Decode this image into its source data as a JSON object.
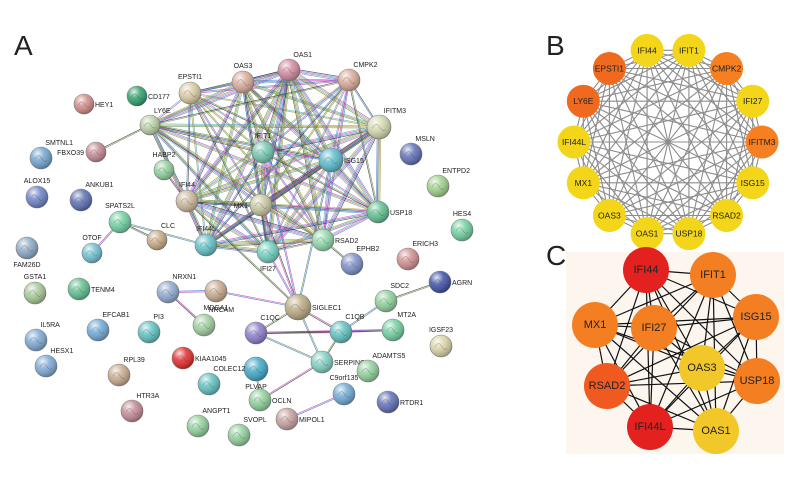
{
  "panels": {
    "a": "A",
    "b": "B",
    "c": "C"
  },
  "colors": {
    "b_yellow": "#f3d619",
    "b_orange": "#f57f21",
    "b_dark_orange": "#ef6a1f",
    "b_edge": "#8c8c8c",
    "c_red": "#e3221f",
    "c_orange_red": "#f05a20",
    "c_orange": "#f47f22",
    "c_gold": "#f8a625",
    "c_yellow": "#f2c72a",
    "c_edge": "#111111",
    "c_background": "#fdf6ee"
  },
  "network_a": {
    "nodes": [
      {
        "id": "CD177",
        "color": "#2e9f6b"
      },
      {
        "id": "EPSTI1",
        "color": "#d8c9a1"
      },
      {
        "id": "OAS3",
        "color": "#d8a897"
      },
      {
        "id": "OAS1",
        "color": "#d08aa0"
      },
      {
        "id": "CMPK2",
        "color": "#d8a897"
      },
      {
        "id": "HEY1",
        "color": "#d08a85"
      },
      {
        "id": "LY6E",
        "color": "#b9cfa5"
      },
      {
        "id": "IFITM3",
        "color": "#d2d7ad"
      },
      {
        "id": "SMTNL1",
        "color": "#6fa3cf"
      },
      {
        "id": "FBXO39",
        "color": "#c38894"
      },
      {
        "id": "IFIT1",
        "color": "#74c7b2"
      },
      {
        "id": "MSLN",
        "color": "#5e6eb5"
      },
      {
        "id": "ISG15",
        "color": "#5cb9cc"
      },
      {
        "id": "ALOX15",
        "color": "#6c82c4"
      },
      {
        "id": "ANKUB1",
        "color": "#5b6fb2"
      },
      {
        "id": "HABP2",
        "color": "#8fcf9b"
      },
      {
        "id": "IFI44",
        "color": "#c9b89a"
      },
      {
        "id": "MX1",
        "color": "#c6c69f"
      },
      {
        "id": "USP18",
        "color": "#5fbf8f"
      },
      {
        "id": "ENTPD2",
        "color": "#9fcf8a"
      },
      {
        "id": "SPATS2L",
        "color": "#6fcfa0"
      },
      {
        "id": "CLC",
        "color": "#c6a983"
      },
      {
        "id": "IFI44L",
        "color": "#63bfc7"
      },
      {
        "id": "RSAD2",
        "color": "#8fd7a8"
      },
      {
        "id": "HES4",
        "color": "#6fcfa0"
      },
      {
        "id": "FAM26D",
        "color": "#8ca8c5"
      },
      {
        "id": "OTOF",
        "color": "#6fbfcf"
      },
      {
        "id": "IFI27",
        "color": "#6fcfbf"
      },
      {
        "id": "EPHB2",
        "color": "#7c8ec7"
      },
      {
        "id": "ERICH3",
        "color": "#d08e8e"
      },
      {
        "id": "AGRN",
        "color": "#3e4fa5"
      },
      {
        "id": "GSTA1",
        "color": "#a6c796"
      },
      {
        "id": "TENM4",
        "color": "#5fbf8f"
      },
      {
        "id": "NRXN1",
        "color": "#8fa8d0"
      },
      {
        "id": "MDGA1",
        "color": "#c7a98c"
      },
      {
        "id": "SDC2",
        "color": "#8fcf9b"
      },
      {
        "id": "SIGLEC1",
        "color": "#b8a983"
      },
      {
        "id": "IL5RA",
        "color": "#7da8d4"
      },
      {
        "id": "EFCAB1",
        "color": "#6fa8d4"
      },
      {
        "id": "PI3",
        "color": "#5fbfbf"
      },
      {
        "id": "NRCAM",
        "color": "#9fcf9f"
      },
      {
        "id": "C1QC",
        "color": "#8c7cc7"
      },
      {
        "id": "C1QB",
        "color": "#5fbfbf"
      },
      {
        "id": "MT2A",
        "color": "#6fcfa0"
      },
      {
        "id": "IGSF23",
        "color": "#d8d2a3"
      },
      {
        "id": "HESX1",
        "color": "#7da8d4"
      },
      {
        "id": "KIAA1045",
        "color": "#e02a2a"
      },
      {
        "id": "RPL39",
        "color": "#c7a98c"
      },
      {
        "id": "PLVAP",
        "color": "#3fa8c7"
      },
      {
        "id": "SERPING1",
        "color": "#7fcfbf"
      },
      {
        "id": "ADAMTS5",
        "color": "#8fcf9b"
      },
      {
        "id": "COLEC12",
        "color": "#5fbfbf"
      },
      {
        "id": "C9orf135",
        "color": "#6fa8d4"
      },
      {
        "id": "RTDR1",
        "color": "#5e6eb5"
      },
      {
        "id": "HTR3A",
        "color": "#c38894"
      },
      {
        "id": "OCLN",
        "color": "#8fcf9b"
      },
      {
        "id": "ANGPT1",
        "color": "#8fcf9b"
      },
      {
        "id": "MIPOL1",
        "color": "#c7a0a0"
      },
      {
        "id": "SVOPL",
        "color": "#8fcf9b"
      }
    ],
    "hub_genes": [
      "EPSTI1",
      "OAS3",
      "OAS1",
      "CMPK2",
      "LY6E",
      "IFITM3",
      "IFIT1",
      "ISG15",
      "IFI44",
      "MX1",
      "USP18",
      "IFI44L",
      "RSAD2",
      "IFI27"
    ],
    "other_edges": [
      [
        "SIGLEC1",
        "IFI27"
      ],
      [
        "SIGLEC1",
        "MX1"
      ],
      [
        "SIGLEC1",
        "IFI44"
      ],
      [
        "SIGLEC1",
        "ISG15"
      ],
      [
        "SIGLEC1",
        "IFIT1"
      ],
      [
        "SIGLEC1",
        "C1QB"
      ],
      [
        "SIGLEC1",
        "C1QC"
      ],
      [
        "SIGLEC1",
        "SERPING1"
      ],
      [
        "SIGLEC1",
        "MDGA1"
      ],
      [
        "C1QB",
        "C1QC"
      ],
      [
        "C1QB",
        "SERPING1"
      ],
      [
        "C1QC",
        "SERPING1"
      ],
      [
        "C1QB",
        "MT2A"
      ],
      [
        "C1QC",
        "MT2A"
      ],
      [
        "SDC2",
        "AGRN"
      ],
      [
        "SDC2",
        "C1QB"
      ],
      [
        "NRXN1",
        "MDGA1"
      ],
      [
        "NRXN1",
        "NRCAM"
      ],
      [
        "SPATS2L",
        "CLC"
      ],
      [
        "SPATS2L",
        "IFI44L"
      ],
      [
        "SPATS2L",
        "OTOF"
      ],
      [
        "HABP2",
        "IFI44"
      ],
      [
        "FBXO39",
        "LY6E"
      ],
      [
        "PLVAP",
        "OCLN"
      ],
      [
        "C9orf135",
        "MIPOL1"
      ],
      [
        "OCLN",
        "SERPING1"
      ],
      [
        "EPHB2",
        "RSAD2"
      ]
    ]
  },
  "network_b": {
    "nodes": [
      {
        "id": "IFI44",
        "tier": "b_yellow"
      },
      {
        "id": "IFIT1",
        "tier": "b_yellow"
      },
      {
        "id": "CMPK2",
        "tier": "b_orange"
      },
      {
        "id": "IFI27",
        "tier": "b_yellow"
      },
      {
        "id": "IFITM3",
        "tier": "b_orange"
      },
      {
        "id": "ISG15",
        "tier": "b_yellow"
      },
      {
        "id": "RSAD2",
        "tier": "b_yellow"
      },
      {
        "id": "USP18",
        "tier": "b_yellow"
      },
      {
        "id": "OAS1",
        "tier": "b_yellow"
      },
      {
        "id": "OAS3",
        "tier": "b_yellow"
      },
      {
        "id": "MX1",
        "tier": "b_yellow"
      },
      {
        "id": "IFI44L",
        "tier": "b_yellow"
      },
      {
        "id": "LY6E",
        "tier": "b_dark_orange"
      },
      {
        "id": "EPSTI1",
        "tier": "b_dark_orange"
      }
    ]
  },
  "network_c": {
    "nodes": [
      {
        "id": "IFI44",
        "tier": "c_red"
      },
      {
        "id": "IFIT1",
        "tier": "c_orange"
      },
      {
        "id": "MX1",
        "tier": "c_orange"
      },
      {
        "id": "IFI27",
        "tier": "c_orange"
      },
      {
        "id": "ISG15",
        "tier": "c_orange"
      },
      {
        "id": "OAS3",
        "tier": "c_yellow"
      },
      {
        "id": "RSAD2",
        "tier": "c_orange_red"
      },
      {
        "id": "USP18",
        "tier": "c_orange"
      },
      {
        "id": "IFI44L",
        "tier": "c_red"
      },
      {
        "id": "OAS1",
        "tier": "c_yellow"
      }
    ]
  }
}
